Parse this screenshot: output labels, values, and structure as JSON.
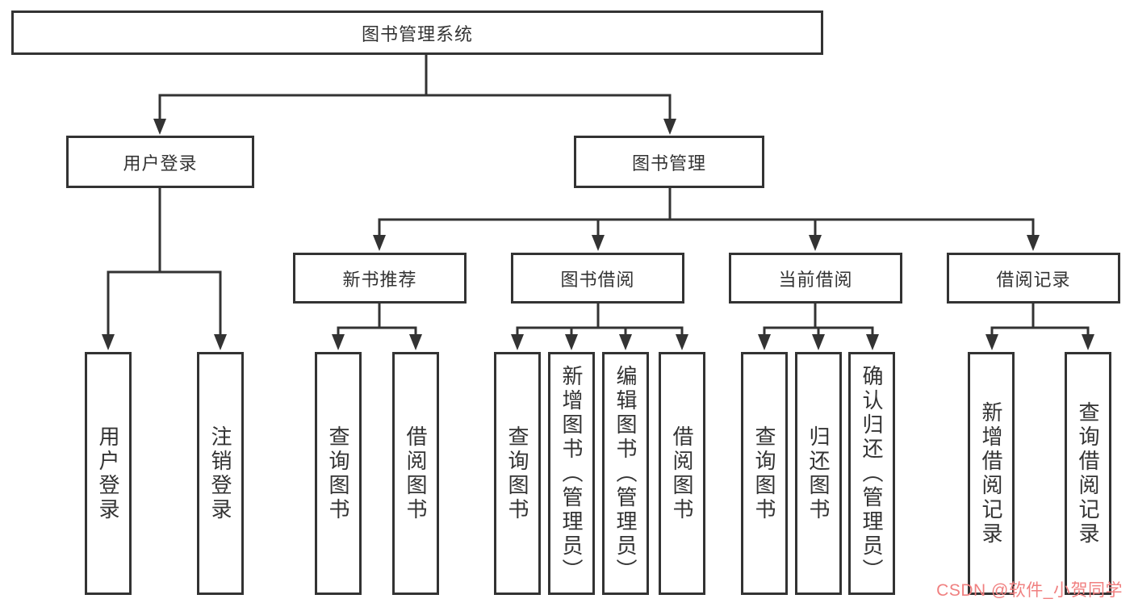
{
  "diagram": {
    "type": "tree",
    "nodes": {
      "root": {
        "label": "图书管理系统"
      },
      "level1": [
        {
          "label": "用户登录"
        },
        {
          "label": "图书管理"
        }
      ],
      "level2": [
        {
          "label": "新书推荐"
        },
        {
          "label": "图书借阅"
        },
        {
          "label": "当前借阅"
        },
        {
          "label": "借阅记录"
        }
      ],
      "leaves": [
        {
          "label": "用户登录"
        },
        {
          "label": "注销登录"
        },
        {
          "label": "查询图书"
        },
        {
          "label": "借阅图书"
        },
        {
          "label": "查询图书"
        },
        {
          "label": "新增图书（管理员）"
        },
        {
          "label": "编辑图书（管理员）"
        },
        {
          "label": "借阅图书"
        },
        {
          "label": "查询图书"
        },
        {
          "label": "归还图书"
        },
        {
          "label": "确认归还（管理员）"
        },
        {
          "label": "新增借阅记录"
        },
        {
          "label": "查询借阅记录"
        }
      ]
    },
    "edges": [
      {
        "from": "图书管理系统",
        "to": [
          "用户登录",
          "图书管理"
        ]
      },
      {
        "from": "用户登录",
        "to": [
          "用户登录",
          "注销登录"
        ]
      },
      {
        "from": "图书管理",
        "to": [
          "新书推荐",
          "图书借阅",
          "当前借阅",
          "借阅记录"
        ]
      },
      {
        "from": "新书推荐",
        "to": [
          "查询图书",
          "借阅图书"
        ]
      },
      {
        "from": "图书借阅",
        "to": [
          "查询图书",
          "新增图书（管理员）",
          "编辑图书（管理员）",
          "借阅图书"
        ]
      },
      {
        "from": "当前借阅",
        "to": [
          "查询图书",
          "归还图书",
          "确认归还（管理员）"
        ]
      },
      {
        "from": "借阅记录",
        "to": [
          "新增借阅记录",
          "查询借阅记录"
        ]
      }
    ],
    "watermark": {
      "text": "CSDN @软件_小贺同学"
    },
    "colors": {
      "line": "#333333",
      "box_border": "#333333",
      "box_background": "#ffffff",
      "background": "#ffffff",
      "watermark": "#f08080"
    }
  }
}
